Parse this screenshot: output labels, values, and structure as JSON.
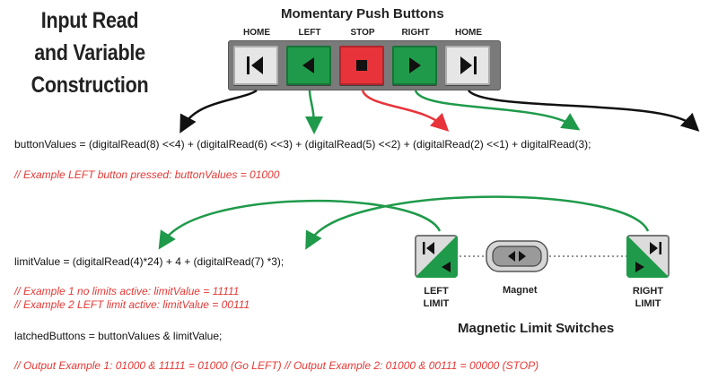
{
  "title": {
    "line1": "Input Read",
    "line2": "and Variable",
    "line3": "Construction"
  },
  "buttons_panel": {
    "heading": "Momentary Push Buttons",
    "buttons": [
      {
        "label": "HOME",
        "color": "#e6e6e6",
        "icon": "home-left-icon"
      },
      {
        "label": "LEFT",
        "color": "#1f9a4a",
        "icon": "left-arrow-icon"
      },
      {
        "label": "STOP",
        "color": "#e8333a",
        "icon": "stop-square-icon"
      },
      {
        "label": "RIGHT",
        "color": "#1f9a4a",
        "icon": "right-arrow-icon"
      },
      {
        "label": "HOME",
        "color": "#e6e6e6",
        "icon": "home-right-icon"
      }
    ]
  },
  "code": {
    "button_values": "buttonValues  = (digitalRead(8) <<4) + (digitalRead(6) <<3) + (digitalRead(5) <<2) + (digitalRead(2) <<1) + digitalRead(3);",
    "button_example": "// Example LEFT button pressed: buttonValues = 01000",
    "limit_value": "limitValue  = (digitalRead(4)*24) + 4 + (digitalRead(7) *3);",
    "limit_example_1": "// Example 1 no limits active: limitValue = 11111",
    "limit_example_2": "// Example 2 LEFT limit active: limitValue = 00111",
    "latched": "latchedButtons = buttonValues & limitValue;",
    "output_examples": "// Output Example 1: 01000 & 11111 = 01000 (Go LEFT)   // Output Example 2: 01000 & 00111 = 00000 (STOP)"
  },
  "limit_switches": {
    "heading": "Magnetic Limit Switches",
    "left_label_1": "LEFT",
    "left_label_2": "LIMIT",
    "magnet_label": "Magnet",
    "right_label_1": "RIGHT",
    "right_label_2": "LIMIT"
  },
  "colors": {
    "green": "#1f9a4a",
    "red": "#e8333a",
    "black": "#111111",
    "comment": "#e53935"
  }
}
